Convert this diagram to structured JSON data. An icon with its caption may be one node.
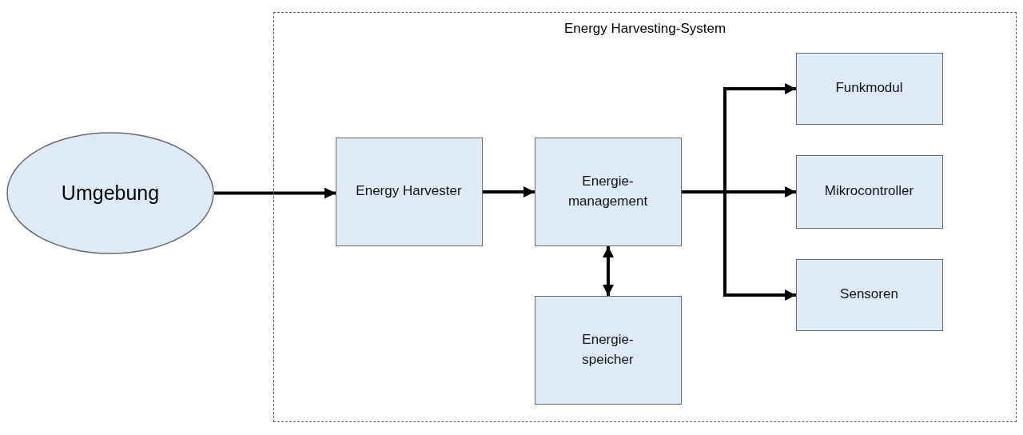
{
  "diagram": {
    "nodes": [
      {
        "text": [
          "Energy Harvesting-System"
        ]
      },
      {
        "text": [
          "Umgebung"
        ]
      },
      {
        "text": [
          "Energy Harvester"
        ],
        "in": 0
      },
      {
        "text": [
          "Energie- management"
        ],
        "in": 0
      },
      {
        "text": [
          "Energie- speicher"
        ],
        "in": 0
      },
      {
        "text": [
          "Funkmodul"
        ],
        "in": 0
      },
      {
        "text": [
          "Mikrocontroller"
        ],
        "in": 0
      },
      {
        "text": [
          "Sensoren"
        ],
        "in": 0
      }
    ],
    "edges": [
      {
        "from": 1,
        "to": 2,
        "arrow": "to"
      },
      {
        "from": 2,
        "to": 3,
        "arrow": "to"
      },
      {
        "from": 3,
        "to": 4,
        "arrow": "both"
      },
      {
        "from": 3,
        "to": 5,
        "arrow": "to"
      },
      {
        "from": 3,
        "to": 6,
        "arrow": "to"
      },
      {
        "from": 3,
        "to": 7,
        "arrow": "to"
      }
    ]
  }
}
